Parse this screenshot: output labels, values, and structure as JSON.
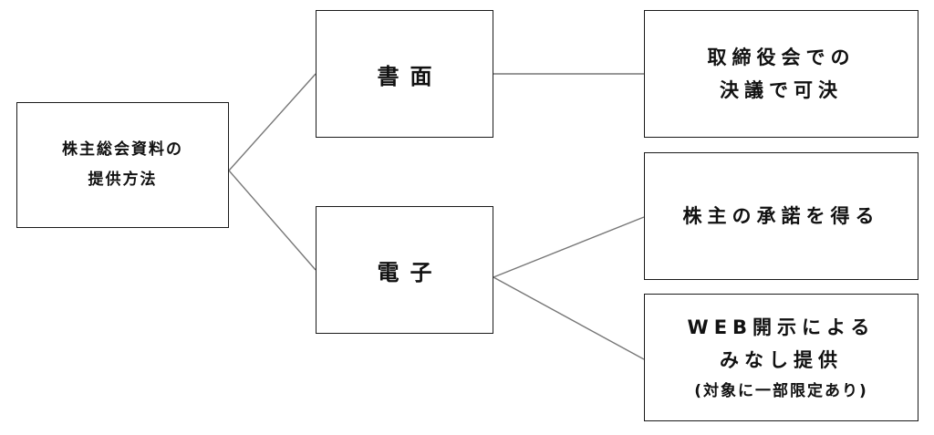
{
  "diagram": {
    "root": {
      "line1": "株主総会資料の",
      "line2": "提供方法"
    },
    "branches": {
      "paper": {
        "label": "書面",
        "outcome": {
          "line1": "取締役会での",
          "line2": "決議で可決"
        }
      },
      "electronic": {
        "label": "電子",
        "outcome_consent": "株主の承諾を得る",
        "outcome_web": {
          "line1": "WEB開示による",
          "line2": "みなし提供",
          "note": "(対象に一部限定あり)"
        }
      }
    }
  },
  "colors": {
    "border": "#1a1a1a",
    "connector": "#777777",
    "text": "#111111",
    "background": "#ffffff"
  }
}
